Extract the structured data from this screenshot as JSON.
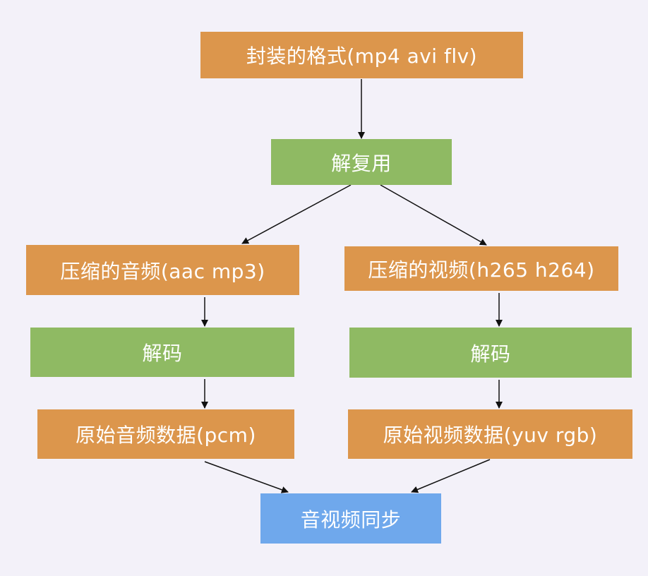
{
  "nodes": {
    "container": {
      "label": "封装的格式(mp4 avi flv)",
      "color": "#dc964c"
    },
    "demux": {
      "label": "解复用",
      "color": "#8fba63"
    },
    "audio_compressed": {
      "label": "压缩的音频(aac mp3)",
      "color": "#dc964c"
    },
    "video_compressed": {
      "label": "压缩的视频(h265 h264)",
      "color": "#dc964c"
    },
    "audio_decode": {
      "label": "解码",
      "color": "#8fba63"
    },
    "video_decode": {
      "label": "解码",
      "color": "#8fba63"
    },
    "audio_raw": {
      "label": "原始音频数据(pcm)",
      "color": "#dc964c"
    },
    "video_raw": {
      "label": "原始视频数据(yuv rgb)",
      "color": "#dc964c"
    },
    "sync": {
      "label": "音视频同步",
      "color": "#6fa8ec"
    }
  },
  "edges": [
    {
      "from": "container",
      "to": "demux"
    },
    {
      "from": "demux",
      "to": "audio_compressed"
    },
    {
      "from": "demux",
      "to": "video_compressed"
    },
    {
      "from": "audio_compressed",
      "to": "audio_decode"
    },
    {
      "from": "video_compressed",
      "to": "video_decode"
    },
    {
      "from": "audio_decode",
      "to": "audio_raw"
    },
    {
      "from": "video_decode",
      "to": "video_raw"
    },
    {
      "from": "audio_raw",
      "to": "sync"
    },
    {
      "from": "video_raw",
      "to": "sync"
    }
  ],
  "background_color": "#f3f1f9",
  "arrow_color": "#111111"
}
